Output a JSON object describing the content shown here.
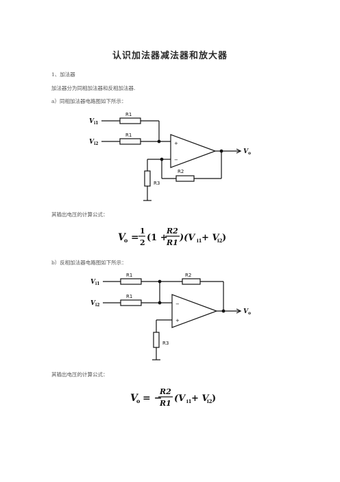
{
  "title": "认识加法器减法器和放大器",
  "section1": "1、加法器",
  "intro": "加法器分为同相加法器和反相加法器.",
  "part_a": "a）同相加法器电路图如下所示：",
  "formula_caption_a": "其输出电压的计算公式：",
  "part_b": "b）反相加法器电路图如下所示：",
  "formula_caption_b": "其输出电压的计算公式：",
  "circuit_a": {
    "r1_top": "R1",
    "r1_bottom": "R1",
    "r2": "R2",
    "r3": "R3",
    "plus": "+",
    "minus": "−",
    "vo": "V",
    "vo_sub": "o",
    "vi1": "V",
    "vi1_sub": "i1",
    "vi2": "V",
    "vi2_sub": "i2"
  },
  "circuit_b": {
    "r1_top": "R1",
    "r1_bottom": "R1",
    "r2": "R2",
    "r3": "R3",
    "plus": "+",
    "minus": "−",
    "vo": "V",
    "vo_sub": "o",
    "vi1": "V",
    "vi1_sub": "i1",
    "vi2": "V",
    "vi2_sub": "i2"
  },
  "formula_a": {
    "lhs": "V",
    "lhs_sub": "o",
    "eq": "=",
    "num": "1",
    "den": "2",
    "open": "(1 +",
    "frac_num": "R2",
    "frac_den": "R1",
    "rest": ")(V",
    "s1": "i1",
    "plus": " + V",
    "s2": "i2",
    "close": ")"
  },
  "formula_b": {
    "lhs": "V",
    "lhs_sub": "o",
    "eq": "= −",
    "frac_num": "R2",
    "frac_den": "R1",
    "rest": "(V",
    "s1": "i1",
    "plus": " + V",
    "s2": "i2",
    "close": ")"
  }
}
